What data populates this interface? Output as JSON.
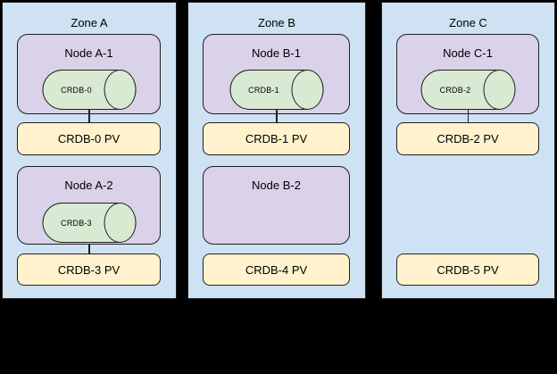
{
  "diagram": {
    "background_color": "#000000",
    "colors": {
      "zone_fill": "#cfe2f3",
      "node_fill": "#d9d2e9",
      "cylinder_fill": "#d9ead3",
      "pv_fill": "#fff2cc",
      "border": "#1f1f1f"
    },
    "zones": [
      {
        "title": "Zone A",
        "node1": {
          "title": "Node A-1",
          "cylinder": "CRDB-0"
        },
        "pv1": "CRDB-0 PV",
        "node2": {
          "title": "Node A-2",
          "cylinder": "CRDB-3"
        },
        "pv2": "CRDB-3 PV"
      },
      {
        "title": "Zone B",
        "node1": {
          "title": "Node B-1",
          "cylinder": "CRDB-1"
        },
        "pv1": "CRDB-1 PV",
        "node2": {
          "title": "Node B-2"
        },
        "pv2": "CRDB-4 PV"
      },
      {
        "title": "Zone C",
        "node1": {
          "title": "Node C-1",
          "cylinder": "CRDB-2"
        },
        "pv1": "CRDB-2 PV",
        "pv2": "CRDB-5 PV"
      }
    ]
  }
}
